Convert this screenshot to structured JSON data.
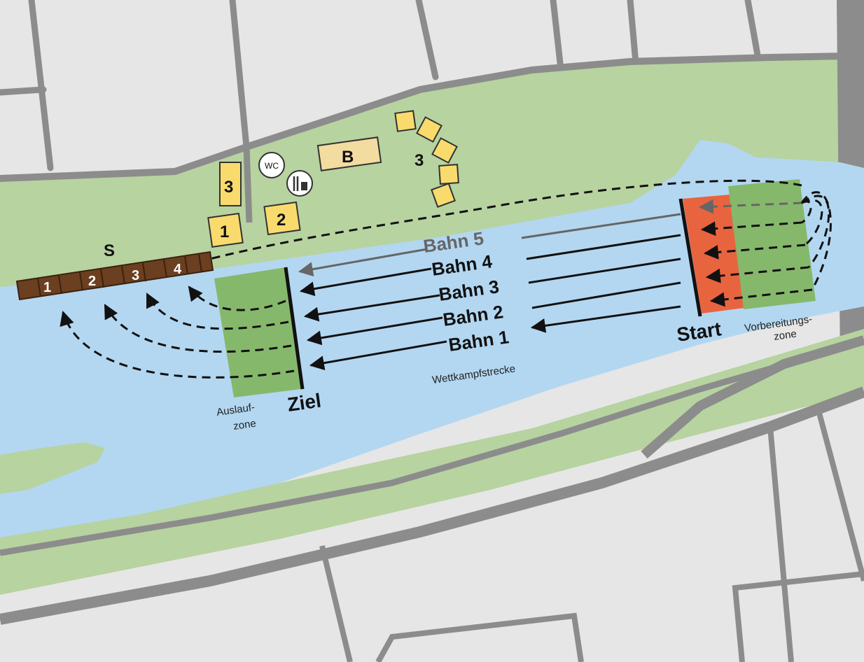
{
  "map": {
    "colors": {
      "land": "#e6e6e6",
      "road": "#8c8c8c",
      "park": "#b7d3a0",
      "water": "#b3d7f1",
      "zone_green": "#86b86c",
      "start_red": "#e8643f",
      "tent_yellow": "#f9db6d",
      "building_b": "#f2dca0",
      "pontoon": "#6b3f1f",
      "arrow_dark": "#111111",
      "arrow_gray": "#666666"
    },
    "lanes": [
      "Bahn 1",
      "Bahn 2",
      "Bahn 3",
      "Bahn 4",
      "Bahn 5"
    ],
    "labels": {
      "start": "Start",
      "finish": "Ziel",
      "course": "Wettkampfstrecke",
      "prep_zone_line1": "Vorbereitungs-",
      "prep_zone_line2": "zone",
      "runout_zone_line1": "Auslauf-",
      "runout_zone_line2": "zone",
      "pontoon": "S",
      "building": "B",
      "wc": "WC",
      "tent_group": "3"
    },
    "pontoon_slots": [
      "1",
      "2",
      "3",
      "4"
    ],
    "tents": [
      "3",
      "1",
      "2"
    ],
    "icons": {
      "wc": "wc-icon",
      "food": "cutlery-cup-icon"
    }
  }
}
